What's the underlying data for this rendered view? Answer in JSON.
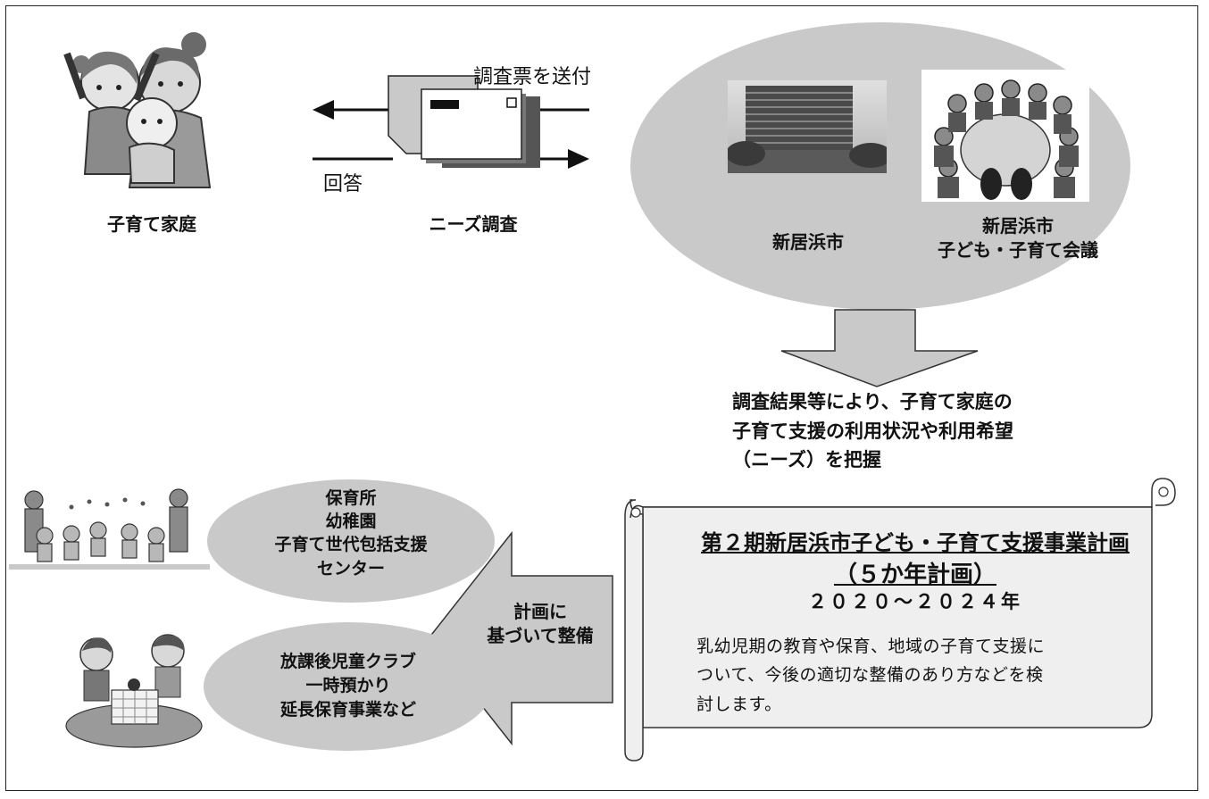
{
  "family": {
    "label": "子育て家庭"
  },
  "survey": {
    "send_label": "調査票を送付",
    "answer_label": "回答",
    "title": "ニーズ調査"
  },
  "city": {
    "name": "新居浜市",
    "council_line1": "新居浜市",
    "council_line2": "子ども・子育て会議"
  },
  "finding": {
    "line1": "調査結果等により、子育て家庭の",
    "line2": "子育て支援の利用状況や利用希望",
    "line3": "（ニーズ）を把握"
  },
  "plan": {
    "title": "第２期新居浜市子ども・子育て支援事業計画",
    "subtitle": "（５か年計画）",
    "years": "２０２０～２０２４年",
    "desc_line1": "乳幼児期の教育や保育、地域の子育て支援に",
    "desc_line2": "ついて、今後の適切な整備のあり方などを検",
    "desc_line3": "討します。"
  },
  "arrow_left": {
    "line1": "計画に",
    "line2": "基づいて整備"
  },
  "facilities_a": {
    "line1": "保育所",
    "line2": "幼稚園",
    "line3": "子育て世代包括支援",
    "line4": "センター"
  },
  "facilities_b": {
    "line1": "放課後児童クラブ",
    "line2": "一時預かり",
    "line3": "延長保育事業など"
  }
}
